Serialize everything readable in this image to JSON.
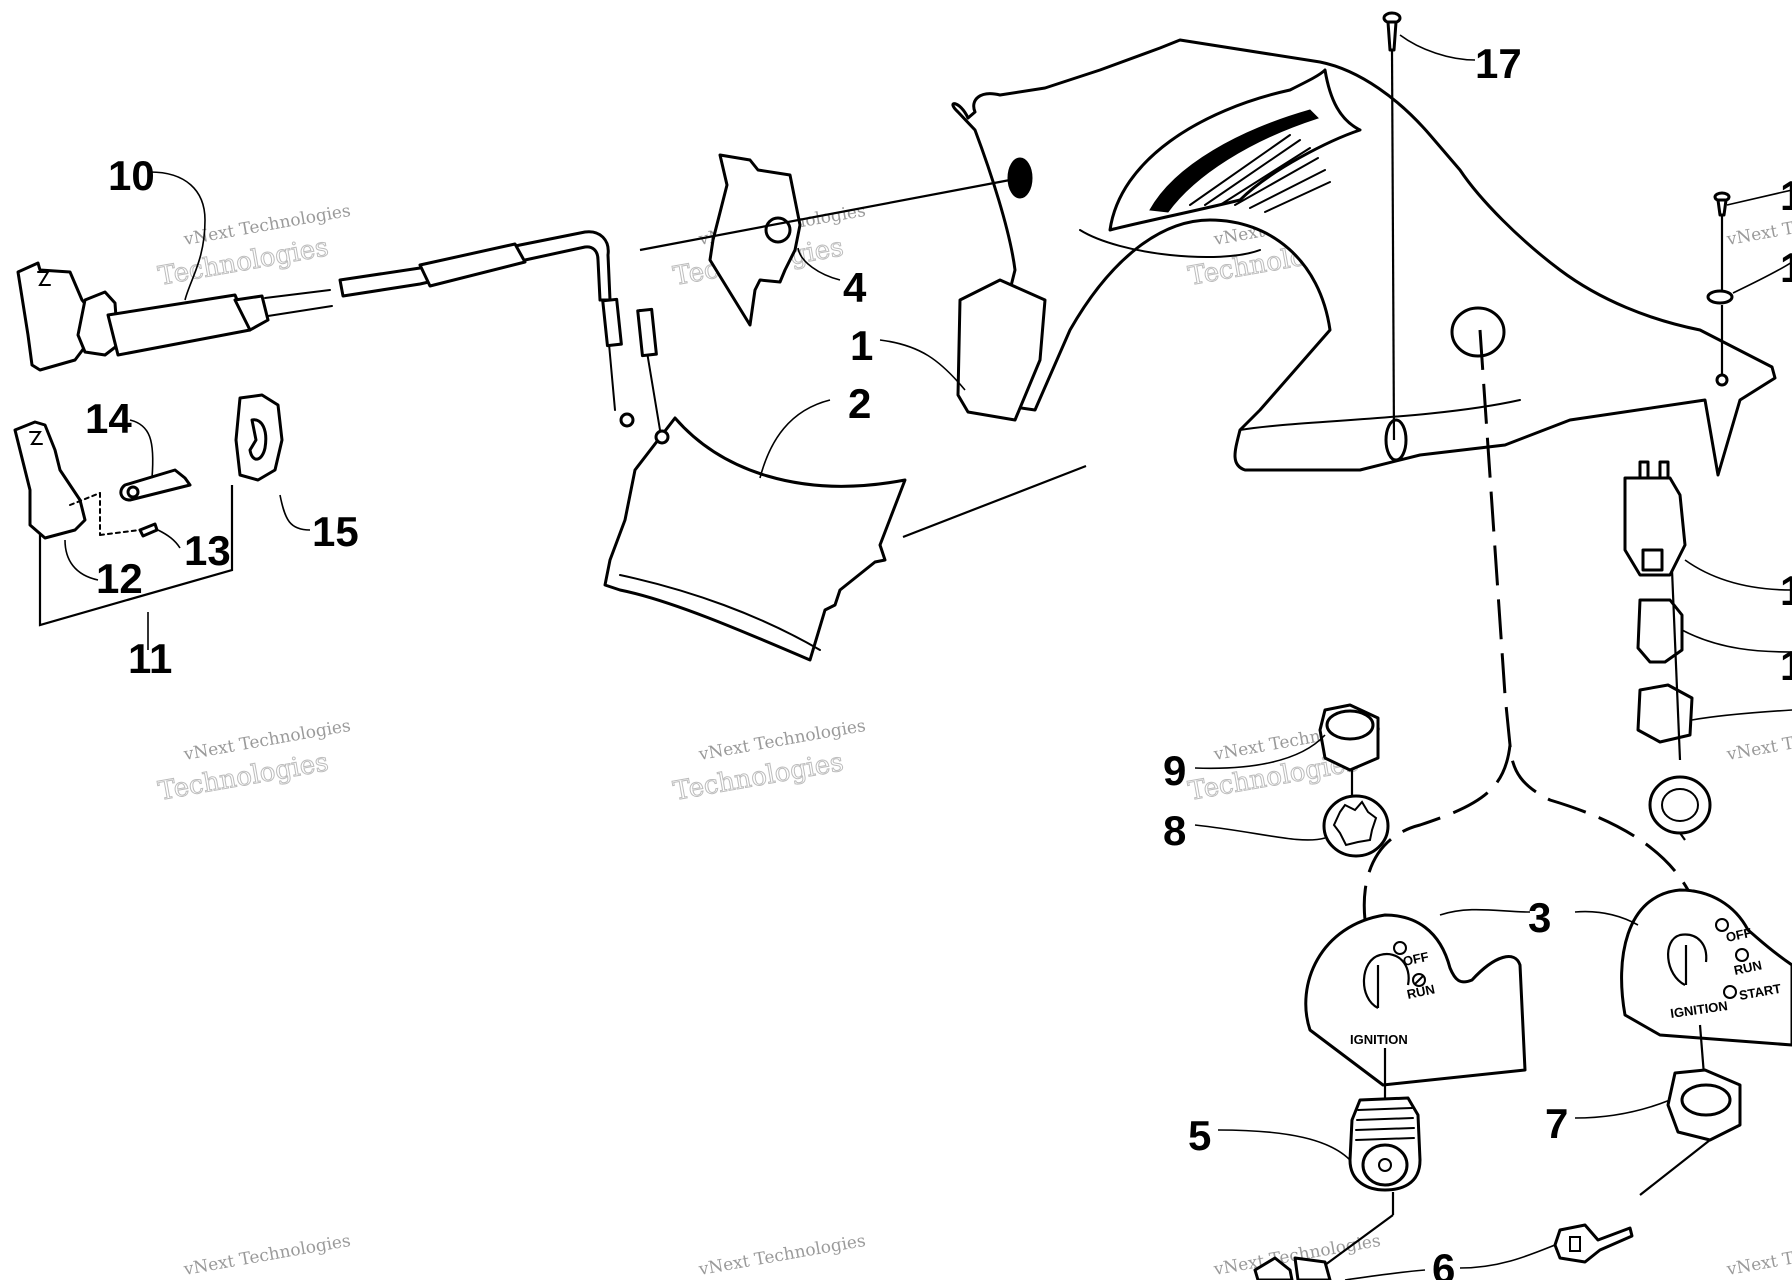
{
  "callouts": {
    "c1": "1",
    "c2": "2",
    "c3": "3",
    "c4": "4",
    "c5": "5",
    "c6": "6",
    "c7": "7",
    "c8": "8",
    "c9": "9",
    "c10": "10",
    "c11": "11",
    "c12": "12",
    "c13": "13",
    "c14": "14",
    "c15": "15",
    "c17": "17",
    "edge1": "1",
    "edge2": "1",
    "edge3": "1",
    "edge4": "1"
  },
  "panel_labels": {
    "left_off": "OFF",
    "left_run": "RUN",
    "left_ignition": "IGNITION",
    "right_off": "OFF",
    "right_run": "RUN",
    "right_start": "START",
    "right_ignition": "IGNITION"
  },
  "watermark": {
    "line1": "vNext Technologies",
    "line2": "Technologies"
  }
}
